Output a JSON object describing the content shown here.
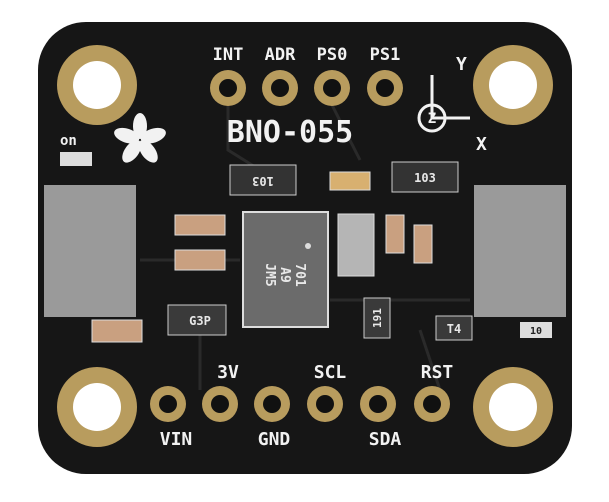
{
  "board": {
    "title": "BNO-055",
    "power_led_label": "on",
    "colors": {
      "pcb": "#161616",
      "pad_gold": "#b89c5e",
      "silkscreen": "#f2f2f2",
      "chip": "#6b6b6b"
    },
    "top_pins": [
      "INT",
      "ADR",
      "PS0",
      "PS1"
    ],
    "bottom_pins_upper": [
      "3V",
      "SCL",
      "RST"
    ],
    "bottom_pins_lower": [
      "VIN",
      "GND",
      "SDA"
    ],
    "axes": {
      "y": "Y",
      "x": "X",
      "z": "Z"
    },
    "resistor_left": "103",
    "resistor_right": "103",
    "chip_marking": [
      "701",
      "A9",
      "JM5"
    ],
    "regulator_marking": "G3P",
    "transistor_marking": "T4",
    "small_ic_marking": "191",
    "small_resistor_marking": "10"
  }
}
